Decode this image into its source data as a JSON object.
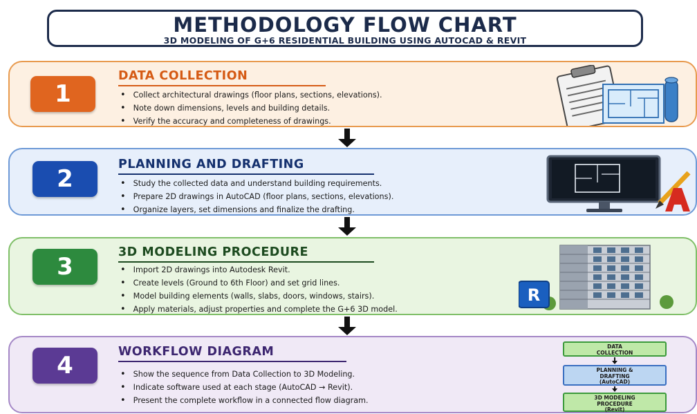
{
  "title": {
    "main": "METHODOLOGY FLOW CHART",
    "subtitle": "3D MODELING OF G+6 RESIDENTIAL BUILDING USING AUTOCAD & REVIT"
  },
  "steps": [
    {
      "number": "1",
      "heading": "DATA COLLECTION",
      "accent_color": "#e0651f",
      "bullets": [
        "Collect architectural drawings (floor plans, sections, elevations).",
        "Note down dimensions, levels and building details.",
        "Verify the accuracy and completeness of drawings."
      ]
    },
    {
      "number": "2",
      "heading": "PLANNING AND DRAFTING",
      "accent_color": "#1a4db0",
      "bullets": [
        "Study the collected data and understand building requirements.",
        "Prepare 2D drawings in AutoCAD (floor plans, sections, elevations).",
        "Organize layers, set dimensions and finalize the drafting."
      ]
    },
    {
      "number": "3",
      "heading": "3D MODELING PROCEDURE",
      "accent_color": "#2d8a3e",
      "bullets": [
        "Import 2D drawings into Autodesk Revit.",
        "Create levels (Ground to 6th Floor) and set grid lines.",
        "Model building elements (walls, slabs, doors, windows, stairs).",
        "Apply materials, adjust properties and complete the G+6 3D model."
      ]
    },
    {
      "number": "4",
      "heading": "WORKFLOW DIAGRAM",
      "accent_color": "#5b3a94",
      "bullets": [
        "Show the sequence from Data Collection to 3D Modeling.",
        "Indicate software used at each stage (AutoCAD → Revit).",
        "Present the complete workflow in a connected flow diagram."
      ]
    }
  ],
  "illustrations": {
    "step1": "clipboard-blueprint-icon",
    "step2": "autocad-monitor-icon",
    "step2_logo_letter": "A",
    "step3": "residential-building-icon",
    "step3_logo_letter": "R"
  },
  "mini_workflow": {
    "boxes": [
      {
        "line1": "DATA",
        "line2": "COLLECTION",
        "line3": ""
      },
      {
        "line1": "PLANNING &",
        "line2": "DRAFTING",
        "line3": "(AutoCAD)"
      },
      {
        "line1": "3D MODELING",
        "line2": "PROCEDURE",
        "line3": "(Revit)"
      }
    ]
  }
}
